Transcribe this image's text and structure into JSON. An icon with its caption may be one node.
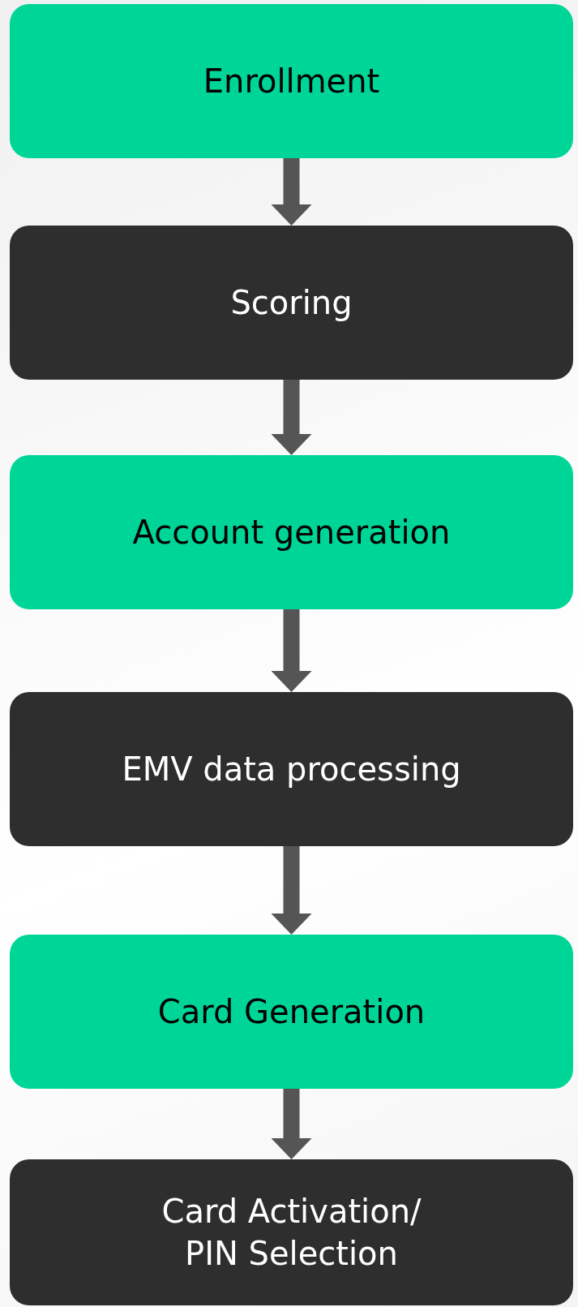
{
  "diagram": {
    "nodes": [
      {
        "text": [
          "Enrollment"
        ]
      },
      {
        "text": [
          "Scoring"
        ]
      },
      {
        "text": [
          "Account generation"
        ]
      },
      {
        "text": [
          "EMV data processing"
        ]
      },
      {
        "text": [
          "Card Generation"
        ]
      },
      {
        "text": [
          "Card Activation/ PIN Selection"
        ]
      }
    ],
    "edges": [
      {
        "from": 0,
        "to": 1,
        "arrow": "to"
      },
      {
        "from": 1,
        "to": 2,
        "arrow": "to"
      },
      {
        "from": 2,
        "to": 3,
        "arrow": "to"
      },
      {
        "from": 3,
        "to": 4,
        "arrow": "to"
      },
      {
        "from": 4,
        "to": 5,
        "arrow": "to"
      }
    ]
  }
}
